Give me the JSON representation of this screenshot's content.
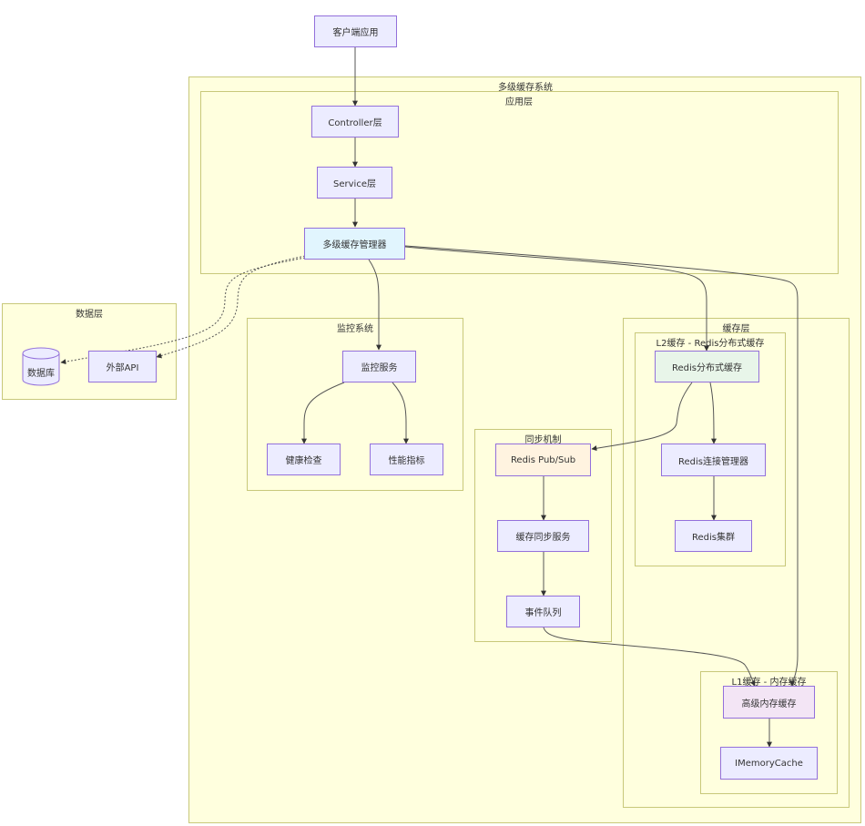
{
  "clusters": {
    "system": "多级缓存系统",
    "app_layer": "应用层",
    "data_layer": "数据层",
    "monitoring": "监控系统",
    "sync": "同步机制",
    "cache_layer": "缓存层",
    "l2": "L2缓存 - Redis分布式缓存",
    "l1": "L1缓存 - 内存缓存"
  },
  "nodes": {
    "client": "客户端应用",
    "controller": "Controller层",
    "service": "Service层",
    "manager": "多级缓存管理器",
    "external_api": "外部API",
    "database": "数据库",
    "monitor_service": "监控服务",
    "health_check": "健康检查",
    "metrics": "性能指标",
    "pubsub": "Redis Pub/Sub",
    "sync_service": "缓存同步服务",
    "event_queue": "事件队列",
    "redis_cache": "Redis分布式缓存",
    "redis_conn": "Redis连接管理器",
    "redis_cluster": "Redis集群",
    "memory_cache": "高级内存缓存",
    "imemorycache": "IMemoryCache"
  },
  "edges": [
    {
      "from": "客户端应用",
      "to": "Controller层",
      "style": "solid"
    },
    {
      "from": "Controller层",
      "to": "Service层",
      "style": "solid"
    },
    {
      "from": "Service层",
      "to": "多级缓存管理器",
      "style": "solid"
    },
    {
      "from": "多级缓存管理器",
      "to": "高级内存缓存",
      "style": "solid"
    },
    {
      "from": "多级缓存管理器",
      "to": "Redis分布式缓存",
      "style": "solid"
    },
    {
      "from": "多级缓存管理器",
      "to": "外部API",
      "style": "dashed"
    },
    {
      "from": "多级缓存管理器",
      "to": "数据库",
      "style": "dashed"
    },
    {
      "from": "多级缓存管理器",
      "to": "监控服务",
      "style": "solid"
    },
    {
      "from": "监控服务",
      "to": "健康检查",
      "style": "solid"
    },
    {
      "from": "监控服务",
      "to": "性能指标",
      "style": "solid"
    },
    {
      "from": "Redis分布式缓存",
      "to": "Redis Pub/Sub",
      "style": "solid"
    },
    {
      "from": "Redis分布式缓存",
      "to": "Redis连接管理器",
      "style": "solid"
    },
    {
      "from": "Redis连接管理器",
      "to": "Redis集群",
      "style": "solid"
    },
    {
      "from": "Redis Pub/Sub",
      "to": "缓存同步服务",
      "style": "solid"
    },
    {
      "from": "缓存同步服务",
      "to": "事件队列",
      "style": "solid"
    },
    {
      "from": "事件队列",
      "to": "高级内存缓存",
      "style": "solid"
    },
    {
      "from": "高级内存缓存",
      "to": "IMemoryCache",
      "style": "solid"
    }
  ],
  "colors": {
    "cluster_fill": "#ffffde",
    "cluster_border": "#c8c87a",
    "node_default": "#ececff",
    "node_border": "#9370db",
    "manager": "#e1f5fe",
    "pubsub": "#fff3e0",
    "redis": "#e8f5e9",
    "memory": "#f3e5f5"
  }
}
